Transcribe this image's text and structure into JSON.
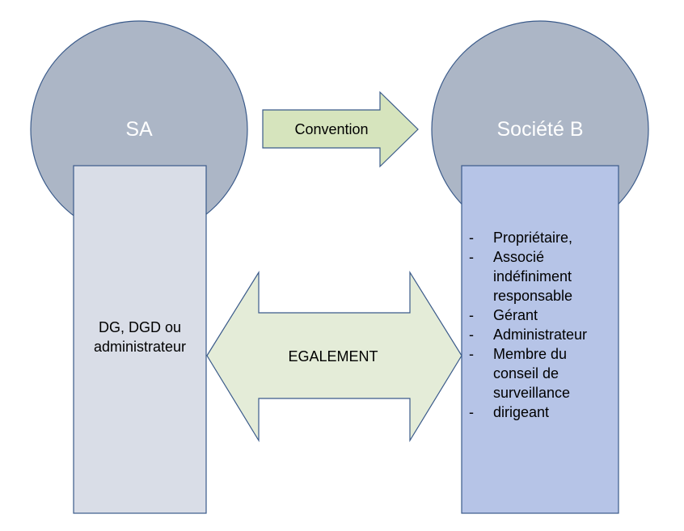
{
  "colors": {
    "circle_fill": "#acb6c6",
    "circle_stroke": "#3a5a8a",
    "sa_box_fill": "#d9dde7",
    "b_box_fill": "#b6c4e7",
    "convention_arrow_fill": "#d6e4bd",
    "double_arrow_fill": "#e4ecd8",
    "shape_stroke": "#3a5a8a"
  },
  "sa": {
    "circle_label": "SA",
    "box_lines": [
      "DG, DGD ou",
      "administrateur"
    ]
  },
  "societe_b": {
    "circle_label": "Société B",
    "list_items": [
      "Propriétaire,",
      "Associé indéfiniment responsable",
      "Gérant",
      "Administrateur",
      "Membre du conseil de surveillance",
      "dirigeant"
    ]
  },
  "convention_arrow": {
    "label": "Convention"
  },
  "double_arrow": {
    "label": "EGALEMENT"
  }
}
